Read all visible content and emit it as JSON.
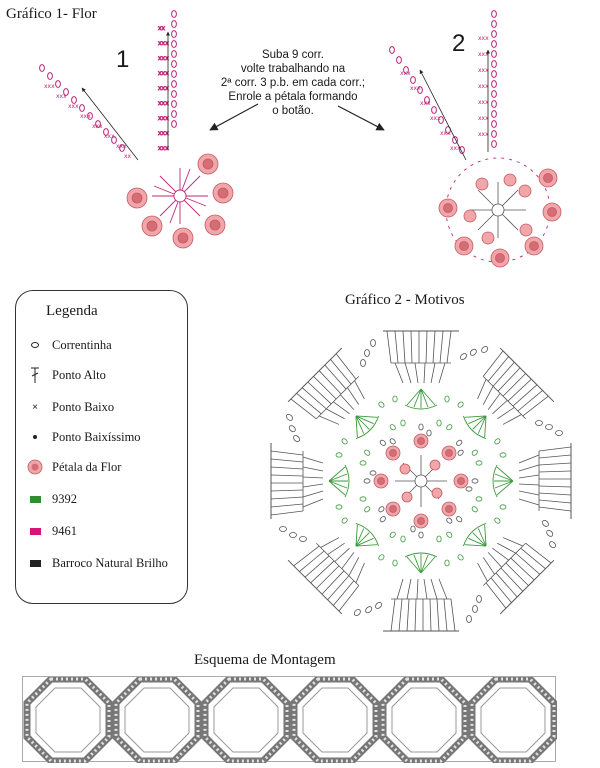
{
  "chart1": {
    "title": "Gráfico 1- Flor",
    "step1": "1",
    "step2": "2"
  },
  "instructions": [
    "Suba 9 corr.",
    "volte trabalhando na",
    "2ª corr. 3 p.b. em cada corr.;",
    "Enrole a pétala formando",
    "o botão."
  ],
  "legend": {
    "title": "Legenda",
    "items": [
      {
        "icon": "chain-stitch-icon",
        "label": "Correntinha"
      },
      {
        "icon": "double-crochet-icon",
        "label": "Ponto Alto"
      },
      {
        "icon": "single-crochet-icon",
        "label": "Ponto Baixo"
      },
      {
        "icon": "slip-stitch-icon",
        "label": "Ponto Baixíssimo"
      },
      {
        "icon": "petal-icon",
        "label": "Pétala da Flor"
      },
      {
        "icon": "green-swatch-icon",
        "label": "9392",
        "color": "#2f8f2f"
      },
      {
        "icon": "magenta-swatch-icon",
        "label": "9461",
        "color": "#d6157a"
      },
      {
        "icon": "black-swatch-icon",
        "label": "Barroco Natural Brilho",
        "color": "#222222"
      }
    ]
  },
  "chart2": {
    "title": "Gráfico 2 - Motivos"
  },
  "assembly": {
    "title": "Esquema de Montagem"
  },
  "colors": {
    "magenta": "#c0267a",
    "green": "#3c9a3c",
    "gray": "#555555",
    "petal": "#e88f93",
    "petal_core": "#c75a63"
  }
}
